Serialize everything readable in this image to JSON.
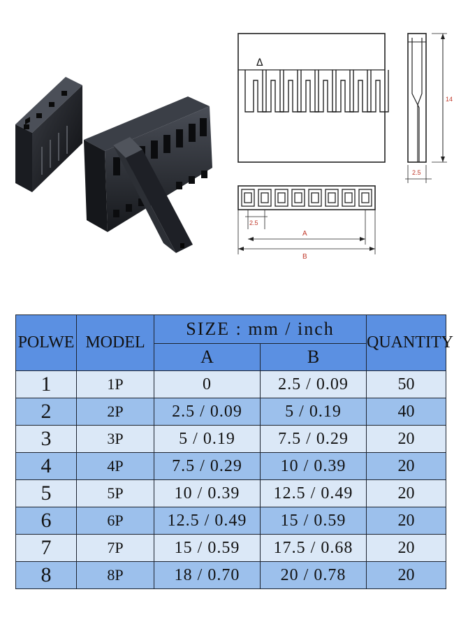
{
  "drawing": {
    "dim_14": "14",
    "dim_25_side": "2.5",
    "dim_25_pitch": "2.5",
    "dim_A": "A",
    "dim_B": "B",
    "pin1_marker": "Δ"
  },
  "table": {
    "headers": {
      "polwe": "POLWE",
      "model": "MODEL",
      "size": "SIZE : mm / inch",
      "a": "A",
      "b": "B",
      "quantity": "QUANTITY"
    },
    "rows": [
      {
        "polwe": "1",
        "model": "1P",
        "a": "0",
        "b": "2.5 / 0.09",
        "quantity": "50"
      },
      {
        "polwe": "2",
        "model": "2P",
        "a": "2.5 / 0.09",
        "b": "5 / 0.19",
        "quantity": "40"
      },
      {
        "polwe": "3",
        "model": "3P",
        "a": "5 / 0.19",
        "b": "7.5 / 0.29",
        "quantity": "20"
      },
      {
        "polwe": "4",
        "model": "4P",
        "a": "7.5 / 0.29",
        "b": "10 / 0.39",
        "quantity": "20"
      },
      {
        "polwe": "5",
        "model": "5P",
        "a": "10 / 0.39",
        "b": "12.5 / 0.49",
        "quantity": "20"
      },
      {
        "polwe": "6",
        "model": "6P",
        "a": "12.5 / 0.49",
        "b": "15 / 0.59",
        "quantity": "20"
      },
      {
        "polwe": "7",
        "model": "7P",
        "a": "15 / 0.59",
        "b": "17.5 / 0.68",
        "quantity": "20"
      },
      {
        "polwe": "8",
        "model": "8P",
        "a": "18 / 0.70",
        "b": "20 / 0.78",
        "quantity": "20"
      }
    ]
  },
  "colors": {
    "header": "#5b90e2",
    "row_light": "#dbe8f7",
    "row_dark": "#9cc0ec",
    "dimension_red": "#c0392b"
  }
}
